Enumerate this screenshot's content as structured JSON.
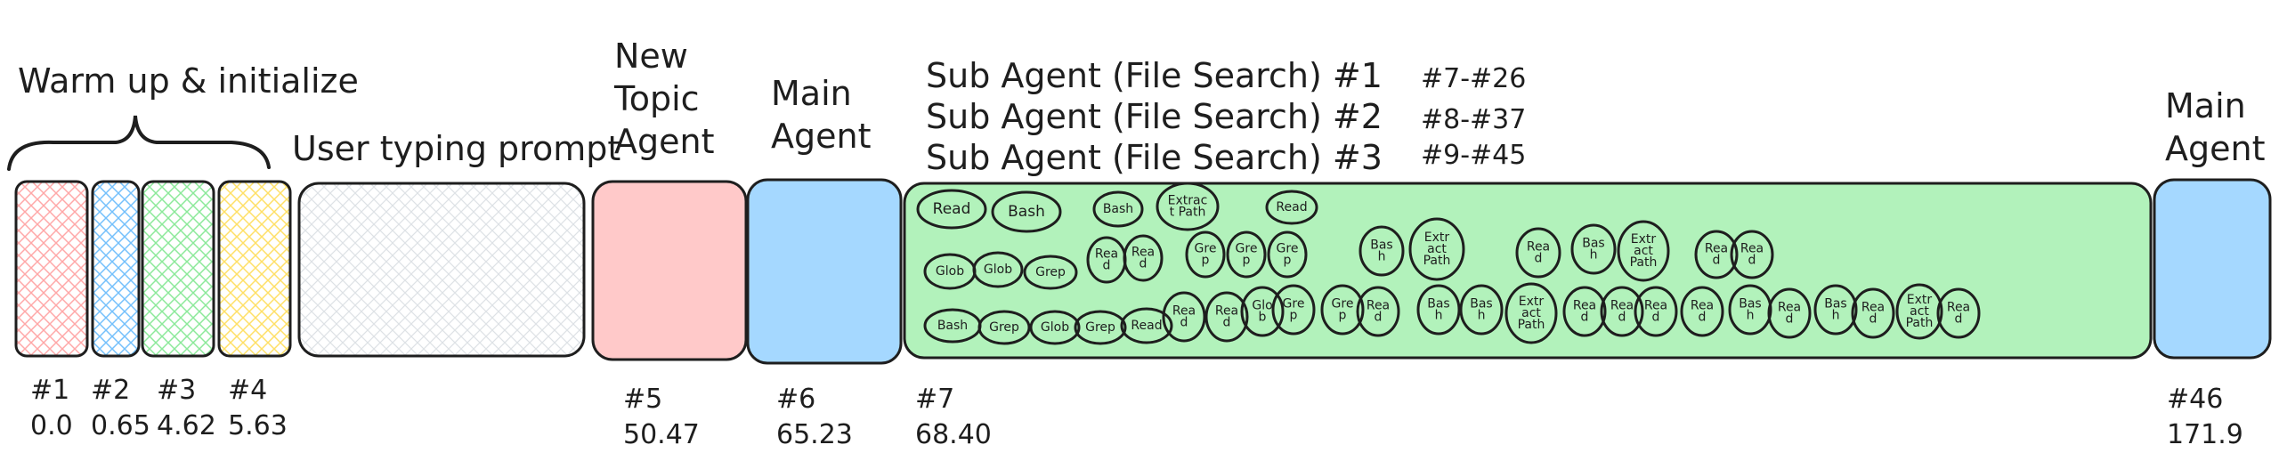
{
  "colors": {
    "red": "#ffc9c9",
    "blue": "#a5d8ff",
    "green": "#b2f2bb",
    "yellow": "#ffec99",
    "gray": "#e9ecef",
    "stroke": "#1e1e1e"
  },
  "labels": {
    "warmup": "Warm up & initialize",
    "user_typing": "User typing prompt",
    "new_topic_1": "New",
    "new_topic_2": "Topic",
    "new_topic_3": "Agent",
    "main_agent_1": "Main",
    "main_agent_2": "Agent",
    "end_agent_1": "Main",
    "end_agent_2": "Agent"
  },
  "subagents": [
    {
      "name": "Sub Agent (File Search) #1",
      "range": "#7-#26"
    },
    {
      "name": "Sub Agent (File Search) #2",
      "range": "#8-#37"
    },
    {
      "name": "Sub Agent (File Search) #3",
      "range": "#9-#45"
    }
  ],
  "markers": [
    {
      "id": "#1",
      "time": "0.0"
    },
    {
      "id": "#2",
      "time": "0.65"
    },
    {
      "id": "#3",
      "time": "4.62"
    },
    {
      "id": "#4",
      "time": "5.63"
    },
    {
      "id": "#5",
      "time": "50.47"
    },
    {
      "id": "#6",
      "time": "65.23"
    },
    {
      "id": "#7",
      "time": "68.40"
    },
    {
      "id": "#46",
      "time": "171.9"
    }
  ],
  "tools": [
    [
      "Read"
    ],
    [
      "Bash"
    ],
    [
      "Bash"
    ],
    [
      "Extrac",
      "t Path"
    ],
    [
      "Read"
    ],
    [
      "Glob"
    ],
    [
      "Glob"
    ],
    [
      "Grep"
    ],
    [
      "Rea",
      "d"
    ],
    [
      "Rea",
      "d"
    ],
    [
      "Gre",
      "p"
    ],
    [
      "Gre",
      "p"
    ],
    [
      "Gre",
      "p"
    ],
    [
      "Bas",
      "h"
    ],
    [
      "Extr",
      "act",
      "Path"
    ],
    [
      "Rea",
      "d"
    ],
    [
      "Bas",
      "h"
    ],
    [
      "Extr",
      "act",
      "Path"
    ],
    [
      "Rea",
      "d"
    ],
    [
      "Rea",
      "d"
    ],
    [
      "Bash"
    ],
    [
      "Grep"
    ],
    [
      "Glob"
    ],
    [
      "Grep"
    ],
    [
      "Read"
    ],
    [
      "Rea",
      "d"
    ],
    [
      "Rea",
      "d"
    ],
    [
      "Glo",
      "b"
    ],
    [
      "Gre",
      "p"
    ],
    [
      "Gre",
      "p"
    ],
    [
      "Rea",
      "d"
    ],
    [
      "Bas",
      "h"
    ],
    [
      "Bas",
      "h"
    ],
    [
      "Extr",
      "act",
      "Path"
    ],
    [
      "Rea",
      "d"
    ],
    [
      "Rea",
      "d"
    ],
    [
      "Rea",
      "d"
    ],
    [
      "Rea",
      "d"
    ],
    [
      "Bas",
      "h"
    ],
    [
      "Rea",
      "d"
    ],
    [
      "Bas",
      "h"
    ],
    [
      "Rea",
      "d"
    ],
    [
      "Extr",
      "act",
      "Path"
    ],
    [
      "Rea",
      "d"
    ]
  ]
}
